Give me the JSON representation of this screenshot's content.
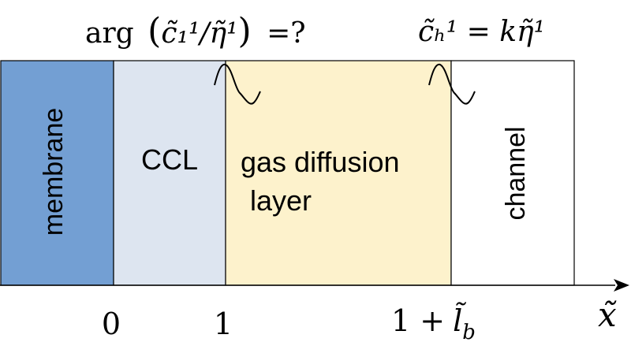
{
  "colors": {
    "membrane": "#739fd3",
    "ccl": "#dde5f0",
    "gdl": "#fdf2cc",
    "channel": "#ffffff",
    "stroke": "#000000"
  },
  "top_labels": {
    "left": {
      "fn": "arg",
      "expr": "c̃₁¹/η̃¹",
      "tail": "=?"
    },
    "right": {
      "expr": "c̃ₕ¹ = kη̃¹"
    }
  },
  "regions": {
    "membrane": "membrane",
    "ccl": "CCL",
    "gdl_line1": "gas diffusion",
    "gdl_line2": "layer",
    "channel": "channel"
  },
  "axis": {
    "tick_0": "0",
    "tick_1": "1",
    "tick_lb_prefix": "1 +",
    "tick_lb_symbol": "l̃",
    "tick_lb_sub": "b",
    "x_symbol": "x̃"
  }
}
